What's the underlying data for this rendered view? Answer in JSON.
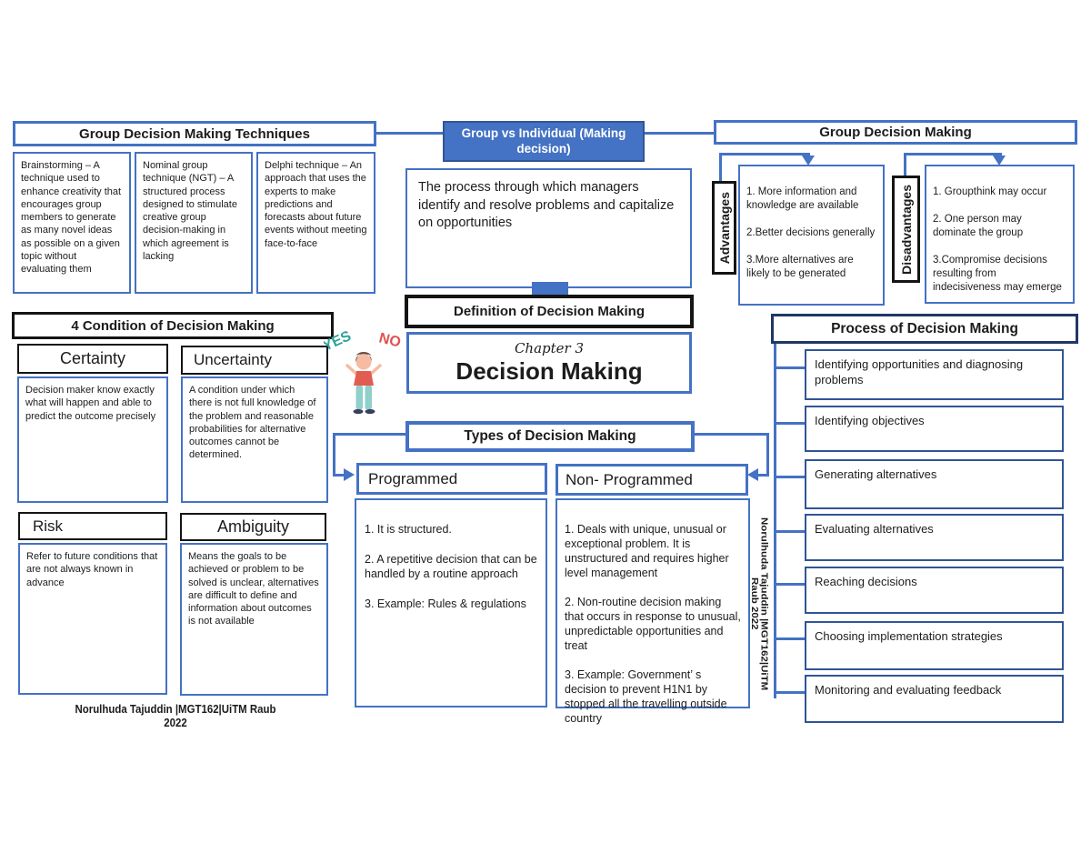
{
  "colors": {
    "accent_blue": "#4472C4",
    "dark_blue": "#2F5597",
    "navy_border": "#1F3864",
    "black": "#141414",
    "yes_teal": "#2FA39B",
    "no_red": "#E05252"
  },
  "techniques": {
    "title": "Group Decision Making Techniques",
    "items": [
      {
        "text": "Brainstorming –  A technique used to enhance creativity that  encourages group members to generate as many novel ideas as possible on a given topic without evaluating them"
      },
      {
        "text": "Nominal group technique (NGT) –  A  structured process designed to stimulate creative group decision-making in which agreement is lacking"
      },
      {
        "text": "Delphi technique –  An approach that uses the experts to make predictions and forecasts about future events without meeting face-to-face"
      }
    ]
  },
  "group_vs_individual": {
    "title": "Group vs Individual (Making decision)"
  },
  "definition": {
    "text": "The process through which managers identify and resolve problems and capitalize on opportunities",
    "header": "Definition of Decision Making"
  },
  "chapter": {
    "label": "Chapter 3",
    "title": "Decision Making"
  },
  "group_decision": {
    "title": "Group Decision Making",
    "advantages_label": "Advantages",
    "advantages": "1. More information and knowledge are available\n\n2.Better decisions generally\n\n3.More alternatives are likely to be generated",
    "disadvantages_label": "Disadvantages",
    "disadvantages": "1. Groupthink may occur\n\n2. One person may dominate the group\n\n3.Compromise decisions resulting from indecisiveness may emerge"
  },
  "conditions": {
    "title": "4 Condition of Decision Making",
    "items": [
      {
        "name": "Certainty",
        "text": "Decision maker know exactly what will happen and able to predict the outcome precisely"
      },
      {
        "name": "Uncertainty",
        "text": "A condition under which there is not full knowledge of  the problem and reasonable probabilities for alternative outcomes cannot  be determined."
      },
      {
        "name": "Risk",
        "text": "Refer to future conditions that are not always known in advance"
      },
      {
        "name": "Ambiguity",
        "text": "Means the goals to be achieved or problem to be solved is unclear, alternatives are difficult to define and information about outcomes is not available"
      }
    ]
  },
  "types": {
    "title": "Types of Decision Making",
    "programmed": {
      "name": "Programmed",
      "text": "1. It is structured.\n\n2. A repetitive decision that can be handled by a routine approach\n\n3. Example: Rules & regulations"
    },
    "non_programmed": {
      "name": "Non- Programmed",
      "text": "1. Deals with unique, unusual or exceptional problem. It is unstructured and requires higher level management\n\n2. Non-routine decision making that occurs in response to unusual, unpredictable opportunities and treat\n\n3. Example: Government’ s decision to prevent H1N1 by stopped all the travelling outside country"
    }
  },
  "process": {
    "title": "Process of Decision Making",
    "steps": [
      "Identifying opportunities and diagnosing problems",
      "Identifying objectives",
      "Generating alternatives",
      "Evaluating alternatives",
      "Reaching decisions",
      "Choosing implementation strategies",
      "Monitoring and evaluating feedback"
    ]
  },
  "credit": {
    "text": "Norulhuda Tajuddin |MGT162|UiTM Raub 2022"
  },
  "illustration": {
    "yes": "YES",
    "no": "NO"
  }
}
